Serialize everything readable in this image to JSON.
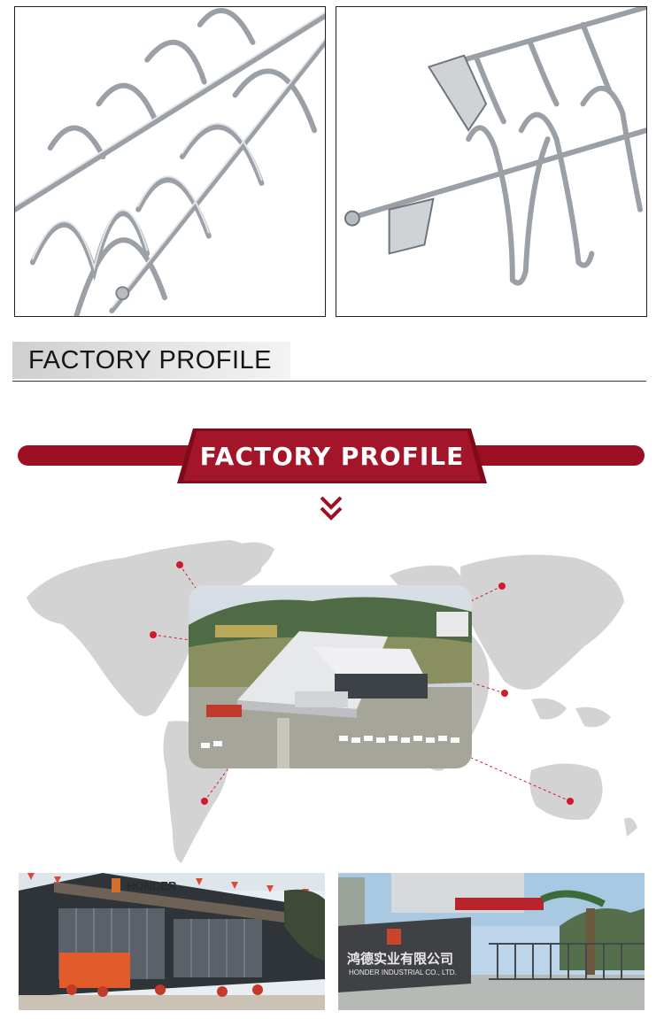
{
  "section_heading": {
    "label": "FACTORY PROFILE"
  },
  "banner": {
    "label": "FACTORY PROFILE"
  },
  "office_sign": {
    "brand": "HONDER"
  },
  "gate_sign": {
    "brand_cn": "鸿德实业有限公司",
    "brand_en": "HONDER INDUSTRIAL CO., LTD."
  },
  "colors": {
    "accent_red": "#9d0f22",
    "map_grey": "#c9c9c9"
  }
}
